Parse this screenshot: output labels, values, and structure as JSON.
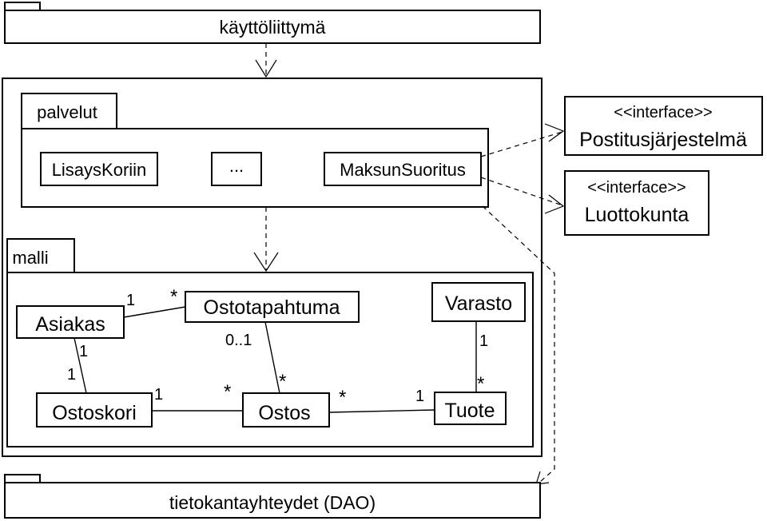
{
  "packages": {
    "ui": "käyttöliittymä",
    "services": "palvelut",
    "model": "malli",
    "dao": "tietokantayhteydet (DAO)"
  },
  "services": {
    "add_to_cart": "LisaysKoriin",
    "ellipsis": "...",
    "payment": "MaksunSuoritus"
  },
  "interfaces": [
    {
      "stereotype": "<<interface>>",
      "name": "Postitusjärjestelmä"
    },
    {
      "stereotype": "<<interface>>",
      "name": "Luottokunta"
    }
  ],
  "classes": {
    "customer": "Asiakas",
    "purchase_event": "Ostotapahtuma",
    "warehouse": "Varasto",
    "cart": "Ostoskori",
    "purchase": "Ostos",
    "product": "Tuote"
  },
  "multiplicities": {
    "customer_event_customer": "1",
    "customer_event_event": "*",
    "customer_cart_top": "1",
    "customer_cart_bottom": "1",
    "event_purchase_event": "0..1",
    "event_purchase_purchase": "*",
    "warehouse_product_warehouse": "1",
    "warehouse_product_product": "*",
    "cart_purchase_cart": "1",
    "cart_purchase_purchase": "*",
    "purchase_product_purchase": "*",
    "purchase_product_product": "1"
  }
}
